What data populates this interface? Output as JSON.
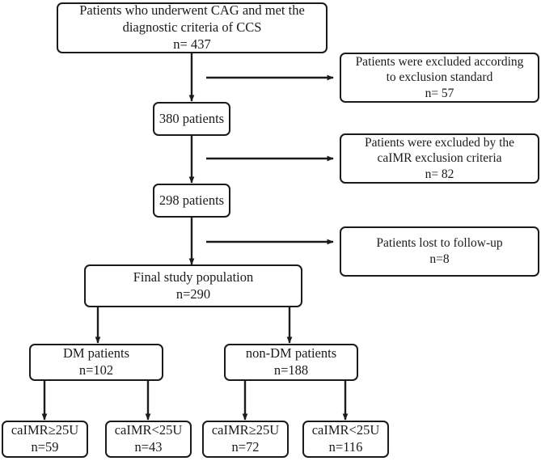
{
  "diagram": {
    "title": "Patient enrollment flow diagram",
    "type": "flowchart",
    "stroke_color": "#1b1b1b",
    "background_color": "#ffffff",
    "nodes": {
      "enrolled": {
        "id": "enrolled",
        "line1": "Patients who underwent CAG and met the",
        "line2": "diagnostic criteria of CCS",
        "line3": "n= 437"
      },
      "excluded_standard": {
        "id": "excluded_standard",
        "line1": "Patients were excluded according",
        "line2": "to exclusion standard",
        "line3": "n= 57"
      },
      "remaining_380": {
        "id": "remaining_380",
        "line1": "380 patients"
      },
      "excluded_caimr": {
        "id": "excluded_caimr",
        "line1": "Patients were excluded by the",
        "line2": "caIMR exclusion criteria",
        "line3": "n= 82"
      },
      "remaining_298": {
        "id": "remaining_298",
        "line1": "298 patients"
      },
      "lost_followup": {
        "id": "lost_followup",
        "line1": "Patients lost to follow-up",
        "line2": "n=8"
      },
      "final_population": {
        "id": "final_population",
        "line1": "Final study population",
        "line2": "n=290"
      },
      "dm": {
        "id": "dm",
        "line1": "DM patients",
        "line2": "n=102"
      },
      "non_dm": {
        "id": "non_dm",
        "line1": "non-DM patients",
        "line2": "n=188"
      },
      "dm_high_caimr": {
        "id": "dm_high_caimr",
        "line1": "caIMR≥25U",
        "line2": "n=59"
      },
      "dm_low_caimr": {
        "id": "dm_low_caimr",
        "line1": "caIMR<25U",
        "line2": "n=43"
      },
      "nondm_high_caimr": {
        "id": "nondm_high_caimr",
        "line1": "caIMR≥25U",
        "line2": "n=72"
      },
      "nondm_low_caimr": {
        "id": "nondm_low_caimr",
        "line1": "caIMR<25U",
        "line2": "n=116"
      }
    },
    "edges": [
      {
        "from": "enrolled",
        "to": "remaining_380",
        "kind": "vertical-arrow"
      },
      {
        "from": "enrolled",
        "to": "excluded_standard",
        "kind": "horizontal-arrow"
      },
      {
        "from": "remaining_380",
        "to": "remaining_298",
        "kind": "vertical-arrow"
      },
      {
        "from": "remaining_380",
        "to": "excluded_caimr",
        "kind": "horizontal-arrow"
      },
      {
        "from": "remaining_298",
        "to": "final_population",
        "kind": "vertical-arrow"
      },
      {
        "from": "remaining_298",
        "to": "lost_followup",
        "kind": "horizontal-arrow"
      },
      {
        "from": "final_population",
        "to": "dm",
        "kind": "vertical-arrow"
      },
      {
        "from": "final_population",
        "to": "non_dm",
        "kind": "vertical-arrow"
      },
      {
        "from": "dm",
        "to": "dm_high_caimr",
        "kind": "vertical-arrow"
      },
      {
        "from": "dm",
        "to": "dm_low_caimr",
        "kind": "vertical-arrow"
      },
      {
        "from": "non_dm",
        "to": "nondm_high_caimr",
        "kind": "vertical-arrow"
      },
      {
        "from": "non_dm",
        "to": "nondm_low_caimr",
        "kind": "vertical-arrow"
      }
    ]
  }
}
